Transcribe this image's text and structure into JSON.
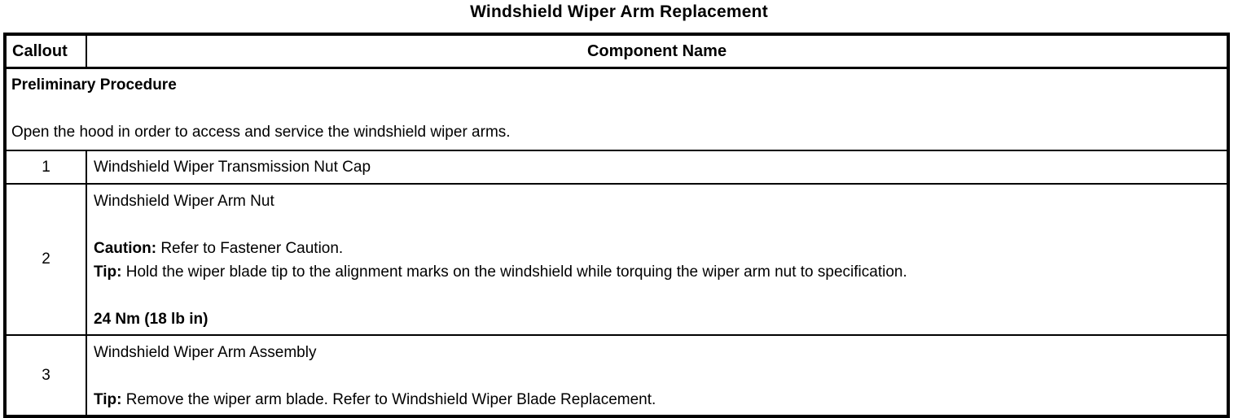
{
  "page_title": "Windshield Wiper Arm Replacement",
  "colors": {
    "text": "#000000",
    "border": "#000000",
    "background": "#ffffff"
  },
  "table": {
    "headers": {
      "callout": "Callout",
      "component": "Component Name"
    },
    "preliminary": {
      "heading": "Preliminary Procedure",
      "text": "Open the hood in order to access and service the windshield wiper arms."
    },
    "rows": [
      {
        "callout": "1",
        "title": "Windshield Wiper Transmission Nut Cap"
      },
      {
        "callout": "2",
        "title": "Windshield Wiper Arm Nut",
        "caution_label": "Caution:",
        "caution_text": " Refer to Fastener Caution.",
        "tip_label": "Tip:",
        "tip_text": " Hold the wiper blade tip to the alignment marks on the windshield while torquing the wiper arm nut to specification.",
        "torque": "24 Nm (18 lb in)"
      },
      {
        "callout": "3",
        "title": "Windshield Wiper Arm Assembly",
        "tip_label": "Tip:",
        "tip_text": " Remove the wiper arm blade. Refer to Windshield Wiper Blade Replacement."
      }
    ]
  }
}
